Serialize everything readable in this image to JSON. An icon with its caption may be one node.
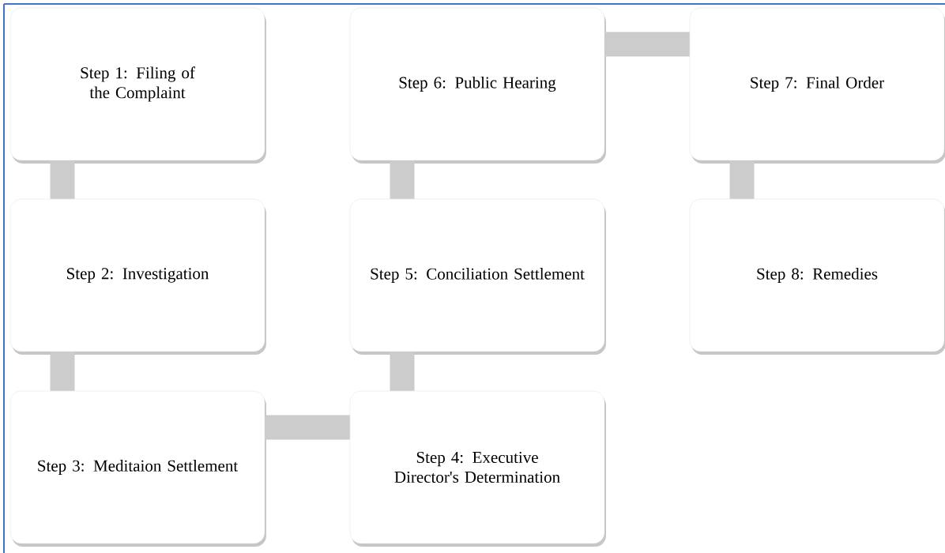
{
  "diagram": {
    "nodes": [
      {
        "text": [
          "Step 1: Filing of the Complaint"
        ]
      },
      {
        "text": [
          "Step 2: Investigation"
        ]
      },
      {
        "text": [
          "Step 3: Meditaion Settlement"
        ]
      },
      {
        "text": [
          "Step 4: Executive Director's Determination"
        ]
      },
      {
        "text": [
          "Step 5: Conciliation Settlement"
        ]
      },
      {
        "text": [
          "Step 6: Public Hearing"
        ]
      },
      {
        "text": [
          "Step 7: Final Order"
        ]
      },
      {
        "text": [
          "Step 8: Remedies"
        ]
      }
    ],
    "edges": [
      {
        "from": 0,
        "to": 1,
        "arrow": "none"
      },
      {
        "from": 1,
        "to": 2,
        "arrow": "none"
      },
      {
        "from": 2,
        "to": 3,
        "arrow": "none"
      },
      {
        "from": 3,
        "to": 4,
        "arrow": "none"
      },
      {
        "from": 4,
        "to": 5,
        "arrow": "none"
      },
      {
        "from": 5,
        "to": 6,
        "arrow": "none"
      },
      {
        "from": 6,
        "to": 7,
        "arrow": "none"
      }
    ]
  }
}
